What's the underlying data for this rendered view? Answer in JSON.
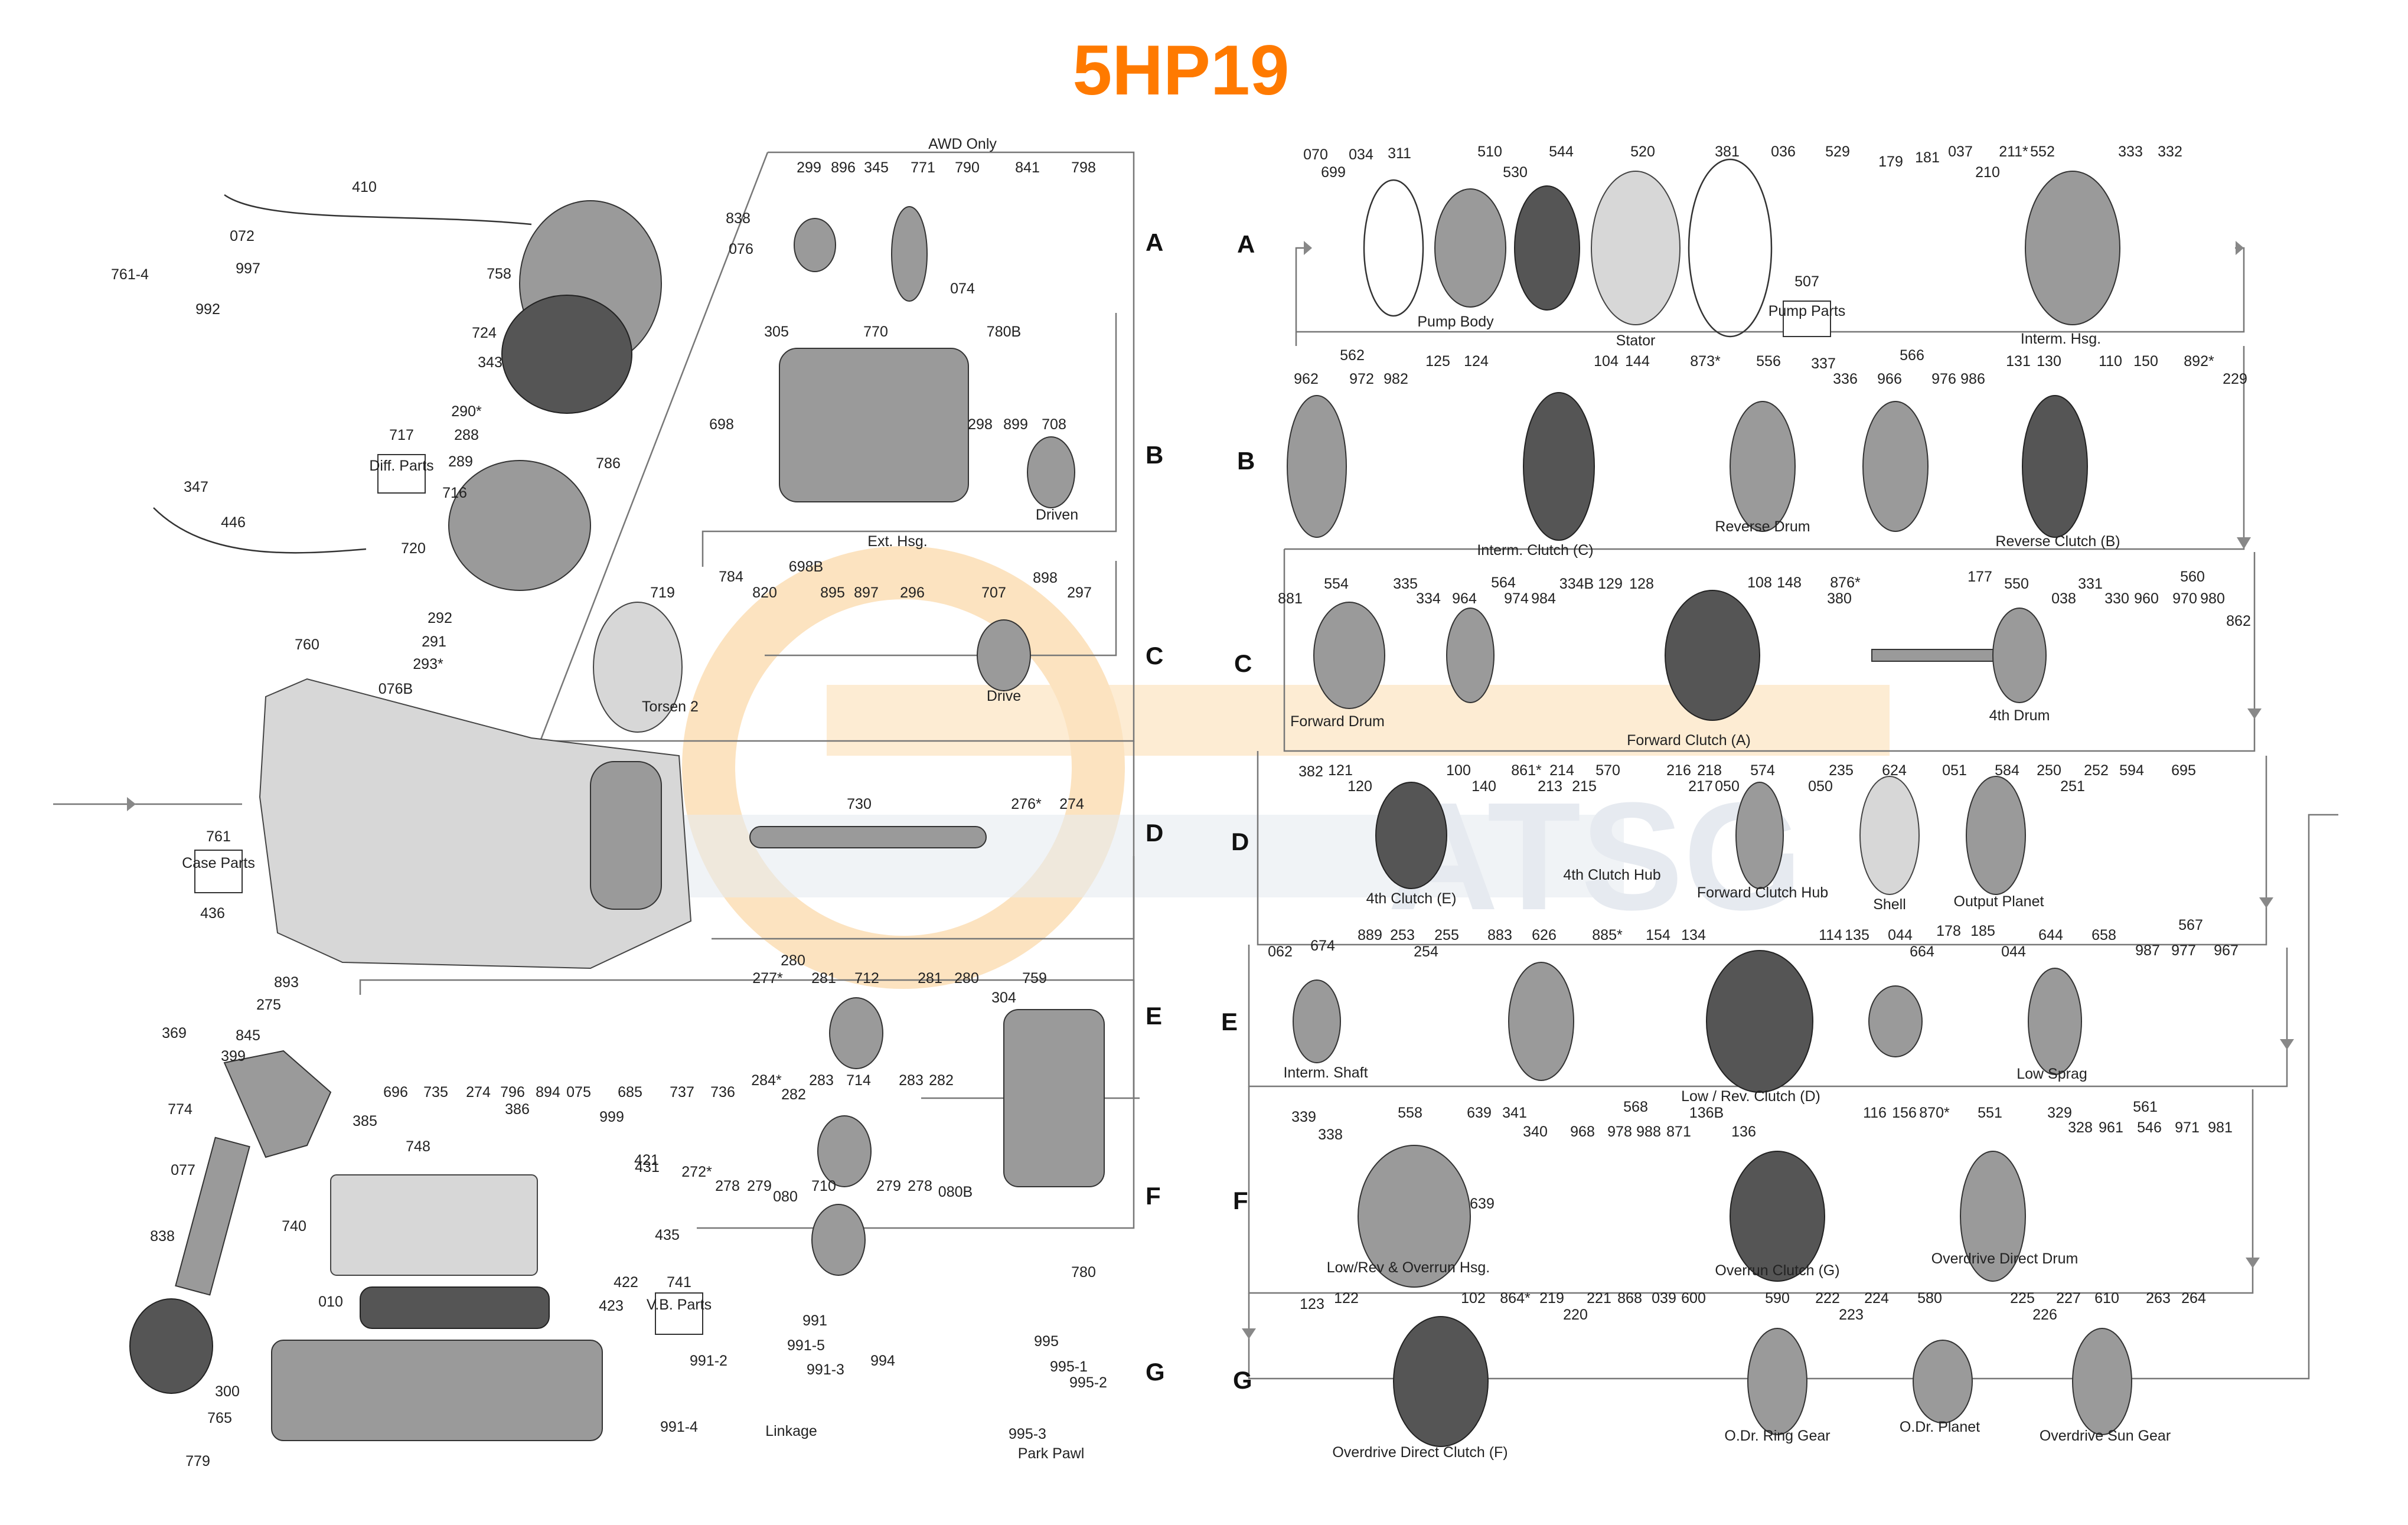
{
  "title": "5HP19",
  "watermark": "ATSG",
  "rows": [
    "A",
    "B",
    "C",
    "D",
    "E",
    "F",
    "G"
  ],
  "awd_label": "AWD Only",
  "boxed": {
    "diff": "Diff. Parts",
    "case": "Case Parts",
    "vb": "V.B. Parts",
    "pump": "Pump Parts"
  },
  "captions": {
    "pump_body": "Pump Body",
    "stator": "Stator",
    "interm_hsg": "Interm. Hsg.",
    "interm_clutch": "Interm. Clutch (C)",
    "reverse_drum": "Reverse Drum",
    "reverse_clutch": "Reverse Clutch (B)",
    "forward_drum": "Forward Drum",
    "forward_clutch": "Forward Clutch (A)",
    "fourth_drum": "4th Drum",
    "fourth_clutch": "4th Clutch (E)",
    "fourth_clutch_hub": "4th Clutch Hub",
    "forward_clutch_hub": "Forward Clutch Hub",
    "shell": "Shell",
    "output_planet": "Output Planet",
    "interm_shaft": "Interm. Shaft",
    "low_rev_clutch": "Low / Rev. Clutch (D)",
    "low_sprag": "Low Sprag",
    "lowrev_overrun_hsg": "Low/Rev & Overrun Hsg.",
    "overrun_clutch": "Overrun Clutch (G)",
    "overdrive_direct_drum": "Overdrive Direct Drum",
    "overdrive_direct_clutch": "Overdrive Direct Clutch (F)",
    "odr_ring_gear": "O.Dr. Ring Gear",
    "odr_planet": "O.Dr. Planet",
    "overdrive_sun_gear": "Overdrive Sun Gear",
    "ext_hsg": "Ext. Hsg.",
    "driven": "Driven",
    "drive": "Drive",
    "torsen": "Torsen 2",
    "linkage": "Linkage",
    "park_pawl": "Park Pawl"
  },
  "parts": [
    {
      "id": "t1",
      "num": "410"
    },
    {
      "id": "t2",
      "num": "072"
    },
    {
      "id": "t3",
      "num": "997"
    },
    {
      "id": "t4",
      "num": "761-4"
    },
    {
      "id": "t5",
      "num": "992"
    },
    {
      "id": "t6",
      "num": "838"
    },
    {
      "id": "t7",
      "num": "076"
    },
    {
      "id": "t8",
      "num": "758"
    },
    {
      "id": "t9",
      "num": "724"
    },
    {
      "id": "t10",
      "num": "343"
    },
    {
      "id": "t11",
      "num": "290*"
    },
    {
      "id": "t12",
      "num": "288"
    },
    {
      "id": "t13",
      "num": "289"
    },
    {
      "id": "t14",
      "num": "786"
    },
    {
      "id": "t15",
      "num": "716"
    },
    {
      "id": "t16",
      "num": "717"
    },
    {
      "id": "t17",
      "num": "347"
    },
    {
      "id": "t18",
      "num": "446"
    },
    {
      "id": "t19",
      "num": "720"
    },
    {
      "id": "t20",
      "num": "292"
    },
    {
      "id": "t21",
      "num": "291"
    },
    {
      "id": "t22",
      "num": "293*"
    },
    {
      "id": "t23",
      "num": "076B"
    },
    {
      "id": "t24",
      "num": "760"
    },
    {
      "id": "t25",
      "num": "761"
    },
    {
      "id": "t26",
      "num": "436"
    },
    {
      "id": "t27",
      "num": "369"
    },
    {
      "id": "t28",
      "num": "893"
    },
    {
      "id": "t29",
      "num": "275"
    },
    {
      "id": "t30",
      "num": "845"
    },
    {
      "id": "t31",
      "num": "399"
    },
    {
      "id": "t32",
      "num": "774"
    },
    {
      "id": "t33",
      "num": "077"
    },
    {
      "id": "t34",
      "num": "838"
    },
    {
      "id": "t35",
      "num": "385"
    },
    {
      "id": "t36",
      "num": "386"
    },
    {
      "id": "t37",
      "num": "748"
    },
    {
      "id": "t38",
      "num": "999"
    },
    {
      "id": "t39",
      "num": "431"
    },
    {
      "id": "t40",
      "num": "421"
    },
    {
      "id": "t41",
      "num": "435"
    },
    {
      "id": "t42",
      "num": "740"
    },
    {
      "id": "t43",
      "num": "422"
    },
    {
      "id": "t44",
      "num": "423"
    },
    {
      "id": "t45",
      "num": "010"
    },
    {
      "id": "t46",
      "num": "741"
    },
    {
      "id": "t47",
      "num": "300"
    },
    {
      "id": "t48",
      "num": "765"
    },
    {
      "id": "t49",
      "num": "779"
    },
    {
      "id": "a1",
      "num": "299"
    },
    {
      "id": "a2",
      "num": "896"
    },
    {
      "id": "a3",
      "num": "345"
    },
    {
      "id": "a4",
      "num": "771"
    },
    {
      "id": "a5",
      "num": "790"
    },
    {
      "id": "a6",
      "num": "841"
    },
    {
      "id": "a7",
      "num": "798"
    },
    {
      "id": "a8",
      "num": "074"
    },
    {
      "id": "a9",
      "num": "305"
    },
    {
      "id": "a10",
      "num": "770"
    },
    {
      "id": "a11",
      "num": "780B"
    },
    {
      "id": "a12",
      "num": "698"
    },
    {
      "id": "a13",
      "num": "298"
    },
    {
      "id": "a14",
      "num": "899"
    },
    {
      "id": "a15",
      "num": "708"
    },
    {
      "id": "a16",
      "num": "698B"
    },
    {
      "id": "a17",
      "num": "719"
    },
    {
      "id": "a18",
      "num": "784"
    },
    {
      "id": "a19",
      "num": "820"
    },
    {
      "id": "a20",
      "num": "895"
    },
    {
      "id": "a21",
      "num": "897"
    },
    {
      "id": "a22",
      "num": "296"
    },
    {
      "id": "a23",
      "num": "707"
    },
    {
      "id": "a24",
      "num": "898"
    },
    {
      "id": "a25",
      "num": "297"
    },
    {
      "id": "d1",
      "num": "730"
    },
    {
      "id": "d2",
      "num": "276*"
    },
    {
      "id": "d3",
      "num": "274"
    },
    {
      "id": "e1",
      "num": "277*"
    },
    {
      "id": "e2",
      "num": "280"
    },
    {
      "id": "e3",
      "num": "281"
    },
    {
      "id": "e4",
      "num": "712"
    },
    {
      "id": "e5",
      "num": "281"
    },
    {
      "id": "e6",
      "num": "280"
    },
    {
      "id": "e7",
      "num": "759"
    },
    {
      "id": "e8",
      "num": "304"
    },
    {
      "id": "e9",
      "num": "696"
    },
    {
      "id": "e10",
      "num": "735"
    },
    {
      "id": "e11",
      "num": "274"
    },
    {
      "id": "e12",
      "num": "796"
    },
    {
      "id": "e13",
      "num": "894"
    },
    {
      "id": "e14",
      "num": "075"
    },
    {
      "id": "e15",
      "num": "685"
    },
    {
      "id": "e16",
      "num": "737"
    },
    {
      "id": "e17",
      "num": "736"
    },
    {
      "id": "e18",
      "num": "284*"
    },
    {
      "id": "e19",
      "num": "282"
    },
    {
      "id": "e20",
      "num": "283"
    },
    {
      "id": "e21",
      "num": "714"
    },
    {
      "id": "e22",
      "num": "283"
    },
    {
      "id": "e23",
      "num": "282"
    },
    {
      "id": "f1",
      "num": "272*"
    },
    {
      "id": "f2",
      "num": "278"
    },
    {
      "id": "f3",
      "num": "279"
    },
    {
      "id": "f4",
      "num": "080"
    },
    {
      "id": "f5",
      "num": "710"
    },
    {
      "id": "f6",
      "num": "279"
    },
    {
      "id": "f7",
      "num": "278"
    },
    {
      "id": "f8",
      "num": "080B"
    },
    {
      "id": "f9",
      "num": "780"
    },
    {
      "id": "g1",
      "num": "991"
    },
    {
      "id": "g2",
      "num": "991-5"
    },
    {
      "id": "g3",
      "num": "991-2"
    },
    {
      "id": "g4",
      "num": "991-3"
    },
    {
      "id": "g5",
      "num": "994"
    },
    {
      "id": "g6",
      "num": "991-4"
    },
    {
      "id": "g7",
      "num": "995"
    },
    {
      "id": "g8",
      "num": "995-1"
    },
    {
      "id": "g9",
      "num": "995-2"
    },
    {
      "id": "g10",
      "num": "995-3"
    },
    {
      "id": "ra1",
      "num": "070"
    },
    {
      "id": "ra2",
      "num": "699"
    },
    {
      "id": "ra3",
      "num": "034"
    },
    {
      "id": "ra4",
      "num": "311"
    },
    {
      "id": "ra5",
      "num": "510"
    },
    {
      "id": "ra6",
      "num": "530"
    },
    {
      "id": "ra7",
      "num": "544"
    },
    {
      "id": "ra8",
      "num": "520"
    },
    {
      "id": "ra9",
      "num": "381"
    },
    {
      "id": "ra10",
      "num": "036"
    },
    {
      "id": "ra11",
      "num": "529"
    },
    {
      "id": "ra12",
      "num": "179"
    },
    {
      "id": "ra13",
      "num": "181"
    },
    {
      "id": "ra14",
      "num": "037"
    },
    {
      "id": "ra15",
      "num": "211*"
    },
    {
      "id": "ra16",
      "num": "210"
    },
    {
      "id": "ra17",
      "num": "552"
    },
    {
      "id": "ra18",
      "num": "333"
    },
    {
      "id": "ra19",
      "num": "332"
    },
    {
      "id": "ra20",
      "num": "507"
    },
    {
      "id": "rb1",
      "num": "562"
    },
    {
      "id": "rb2",
      "num": "962"
    },
    {
      "id": "rb3",
      "num": "972"
    },
    {
      "id": "rb4",
      "num": "982"
    },
    {
      "id": "rb5",
      "num": "125"
    },
    {
      "id": "rb6",
      "num": "124"
    },
    {
      "id": "rb7",
      "num": "104"
    },
    {
      "id": "rb8",
      "num": "144"
    },
    {
      "id": "rb9",
      "num": "873*"
    },
    {
      "id": "rb10",
      "num": "556"
    },
    {
      "id": "rb11",
      "num": "337"
    },
    {
      "id": "rb12",
      "num": "336"
    },
    {
      "id": "rb13",
      "num": "566"
    },
    {
      "id": "rb14",
      "num": "966"
    },
    {
      "id": "rb15",
      "num": "976"
    },
    {
      "id": "rb16",
      "num": "986"
    },
    {
      "id": "rb17",
      "num": "131"
    },
    {
      "id": "rb18",
      "num": "130"
    },
    {
      "id": "rb19",
      "num": "110"
    },
    {
      "id": "rb20",
      "num": "150"
    },
    {
      "id": "rb21",
      "num": "892*"
    },
    {
      "id": "rb22",
      "num": "229"
    },
    {
      "id": "rc1",
      "num": "881"
    },
    {
      "id": "rc2",
      "num": "554"
    },
    {
      "id": "rc3",
      "num": "335"
    },
    {
      "id": "rc4",
      "num": "334"
    },
    {
      "id": "rc5",
      "num": "964"
    },
    {
      "id": "rc6",
      "num": "564"
    },
    {
      "id": "rc7",
      "num": "974"
    },
    {
      "id": "rc8",
      "num": "984"
    },
    {
      "id": "rc9",
      "num": "334B"
    },
    {
      "id": "rc10",
      "num": "129"
    },
    {
      "id": "rc11",
      "num": "128"
    },
    {
      "id": "rc12",
      "num": "108"
    },
    {
      "id": "rc13",
      "num": "148"
    },
    {
      "id": "rc14",
      "num": "876*"
    },
    {
      "id": "rc15",
      "num": "380"
    },
    {
      "id": "rc16",
      "num": "177"
    },
    {
      "id": "rc17",
      "num": "550"
    },
    {
      "id": "rc18",
      "num": "038"
    },
    {
      "id": "rc19",
      "num": "331"
    },
    {
      "id": "rc20",
      "num": "330"
    },
    {
      "id": "rc21",
      "num": "960"
    },
    {
      "id": "rc22",
      "num": "560"
    },
    {
      "id": "rc23",
      "num": "970"
    },
    {
      "id": "rc24",
      "num": "980"
    },
    {
      "id": "rc25",
      "num": "862"
    },
    {
      "id": "rd1",
      "num": "382"
    },
    {
      "id": "rd2",
      "num": "121"
    },
    {
      "id": "rd3",
      "num": "120"
    },
    {
      "id": "rd4",
      "num": "100"
    },
    {
      "id": "rd5",
      "num": "140"
    },
    {
      "id": "rd6",
      "num": "861*"
    },
    {
      "id": "rd7",
      "num": "213"
    },
    {
      "id": "rd8",
      "num": "214"
    },
    {
      "id": "rd9",
      "num": "215"
    },
    {
      "id": "rd10",
      "num": "570"
    },
    {
      "id": "rd11",
      "num": "216"
    },
    {
      "id": "rd12",
      "num": "217"
    },
    {
      "id": "rd13",
      "num": "218"
    },
    {
      "id": "rd14",
      "num": "050"
    },
    {
      "id": "rd15",
      "num": "574"
    },
    {
      "id": "rd16",
      "num": "050"
    },
    {
      "id": "rd17",
      "num": "235"
    },
    {
      "id": "rd18",
      "num": "624"
    },
    {
      "id": "rd19",
      "num": "051"
    },
    {
      "id": "rd20",
      "num": "584"
    },
    {
      "id": "rd21",
      "num": "250"
    },
    {
      "id": "rd22",
      "num": "251"
    },
    {
      "id": "rd23",
      "num": "252"
    },
    {
      "id": "rd24",
      "num": "594"
    },
    {
      "id": "rd25",
      "num": "695"
    },
    {
      "id": "re1",
      "num": "062"
    },
    {
      "id": "re2",
      "num": "674"
    },
    {
      "id": "re3",
      "num": "889"
    },
    {
      "id": "re4",
      "num": "253"
    },
    {
      "id": "re5",
      "num": "254"
    },
    {
      "id": "re6",
      "num": "255"
    },
    {
      "id": "re7",
      "num": "883"
    },
    {
      "id": "re8",
      "num": "626"
    },
    {
      "id": "re9",
      "num": "885*"
    },
    {
      "id": "re10",
      "num": "154"
    },
    {
      "id": "re11",
      "num": "134"
    },
    {
      "id": "re12",
      "num": "114"
    },
    {
      "id": "re13",
      "num": "135"
    },
    {
      "id": "re14",
      "num": "044"
    },
    {
      "id": "re15",
      "num": "664"
    },
    {
      "id": "re16",
      "num": "178"
    },
    {
      "id": "re17",
      "num": "185"
    },
    {
      "id": "re18",
      "num": "044"
    },
    {
      "id": "re19",
      "num": "644"
    },
    {
      "id": "re20",
      "num": "658"
    },
    {
      "id": "re21",
      "num": "567"
    },
    {
      "id": "re22",
      "num": "987"
    },
    {
      "id": "re23",
      "num": "977"
    },
    {
      "id": "re24",
      "num": "967"
    },
    {
      "id": "rf1",
      "num": "339"
    },
    {
      "id": "rf2",
      "num": "338"
    },
    {
      "id": "rf3",
      "num": "558"
    },
    {
      "id": "rf4",
      "num": "639"
    },
    {
      "id": "rf5",
      "num": "341"
    },
    {
      "id": "rf6",
      "num": "340"
    },
    {
      "id": "rf7",
      "num": "639"
    },
    {
      "id": "rf8",
      "num": "568"
    },
    {
      "id": "rf9",
      "num": "968"
    },
    {
      "id": "rf10",
      "num": "978"
    },
    {
      "id": "rf11",
      "num": "988"
    },
    {
      "id": "rf12",
      "num": "871"
    },
    {
      "id": "rf13",
      "num": "136B"
    },
    {
      "id": "rf14",
      "num": "136"
    },
    {
      "id": "rf15",
      "num": "116"
    },
    {
      "id": "rf16",
      "num": "156"
    },
    {
      "id": "rf17",
      "num": "870*"
    },
    {
      "id": "rf18",
      "num": "551"
    },
    {
      "id": "rf19",
      "num": "329"
    },
    {
      "id": "rf20",
      "num": "328"
    },
    {
      "id": "rf21",
      "num": "961"
    },
    {
      "id": "rf22",
      "num": "561"
    },
    {
      "id": "rf23",
      "num": "546"
    },
    {
      "id": "rf24",
      "num": "971"
    },
    {
      "id": "rf25",
      "num": "981"
    },
    {
      "id": "rg1",
      "num": "123"
    },
    {
      "id": "rg2",
      "num": "122"
    },
    {
      "id": "rg3",
      "num": "102"
    },
    {
      "id": "rg4",
      "num": "864*"
    },
    {
      "id": "rg5",
      "num": "219"
    },
    {
      "id": "rg6",
      "num": "220"
    },
    {
      "id": "rg7",
      "num": "221"
    },
    {
      "id": "rg8",
      "num": "868"
    },
    {
      "id": "rg9",
      "num": "039"
    },
    {
      "id": "rg10",
      "num": "600"
    },
    {
      "id": "rg11",
      "num": "590"
    },
    {
      "id": "rg12",
      "num": "222"
    },
    {
      "id": "rg13",
      "num": "223"
    },
    {
      "id": "rg14",
      "num": "224"
    },
    {
      "id": "rg15",
      "num": "580"
    },
    {
      "id": "rg16",
      "num": "225"
    },
    {
      "id": "rg17",
      "num": "226"
    },
    {
      "id": "rg18",
      "num": "227"
    },
    {
      "id": "rg19",
      "num": "610"
    },
    {
      "id": "rg20",
      "num": "263"
    },
    {
      "id": "rg21",
      "num": "264"
    }
  ]
}
